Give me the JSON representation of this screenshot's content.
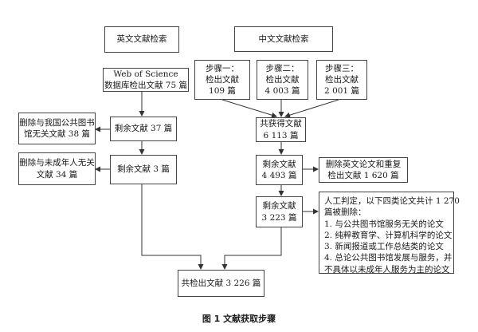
{
  "english": {
    "title": "英文文献检索",
    "wos_line1": "Web of Science",
    "wos_line2": "数据库检出文献 75 篇",
    "remain1": "剩余文献 37 篇",
    "delete1_line1": "删除与我国公共图书",
    "delete1_line2": "馆无关文献 38 篇",
    "remain2": "剩余文献 3 篇",
    "delete2_line1": "删除与未成年人无关",
    "delete2_line2": "文献 34 篇"
  },
  "chinese": {
    "title": "中文文献检索",
    "step1": [
      "步骤一：",
      "检出文献",
      "109 篇"
    ],
    "step2": [
      "步骤二：",
      "检出文献",
      "4 003 篇"
    ],
    "step3": [
      "步骤三：",
      "检出文献",
      "2 001 篇"
    ],
    "total_line1": "共获得文献",
    "total_line2": "6 113 篇",
    "remain1_line1": "剩余文献",
    "remain1_line2": "4 493 篇",
    "delete1_line1": "删除英文论文和重复",
    "delete1_line2": "检出文献 1 620 篇",
    "remain2_line1": "剩余文献",
    "remain2_line2": "3 223 篇",
    "delete2_lines": [
      "人工判定，以下四类论文共计 1 270",
      "篇被删除：",
      "1. 与公共图书馆服务无关的论文",
      "2. 纯粹教育学、计算机科学的论文",
      "3. 新闻报道或工作总结类的论文",
      "4. 总论公共图书馆发展与服务，并",
      "不具体以未成年人服务为主的论文"
    ]
  },
  "final": "共检出文献 3 226 篇",
  "caption": "图 1   文献获取步骤"
}
